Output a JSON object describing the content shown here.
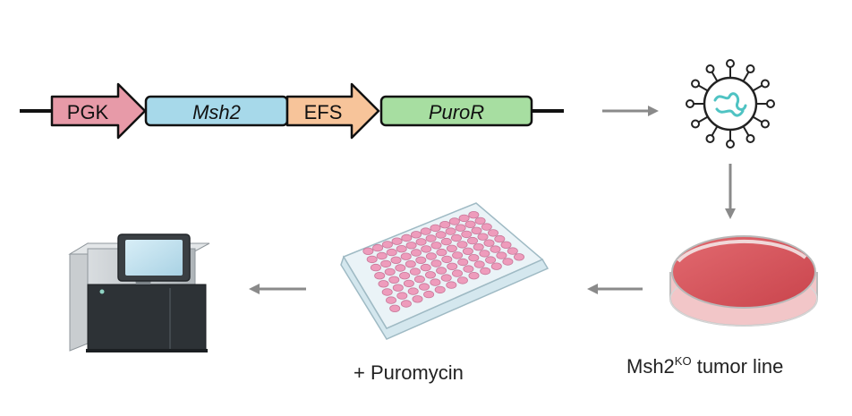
{
  "construct": {
    "promoter1": "PGK",
    "gene1": "Msh2",
    "promoter2": "EFS",
    "gene2": "PuroR"
  },
  "colors": {
    "pgk": "#e79aa8",
    "msh2": "#a7d9ea",
    "efs": "#f7c49a",
    "puror": "#a7dea1",
    "arrow": "#8a8a8a",
    "dish_media": "#d1545c",
    "virus_genome": "#4fc3c3",
    "wells": "#ee9cbc"
  },
  "labels": {
    "puromycin": "+ Puromycin",
    "tumor_line_base": "Msh2",
    "tumor_line_sup": "KO",
    "tumor_line_suffix": " tumor line"
  },
  "icons": {
    "virus": "lentivirus-icon",
    "dish": "petri-dish-icon",
    "plate": "well-plate-icon",
    "sequencer": "sequencer-icon"
  }
}
